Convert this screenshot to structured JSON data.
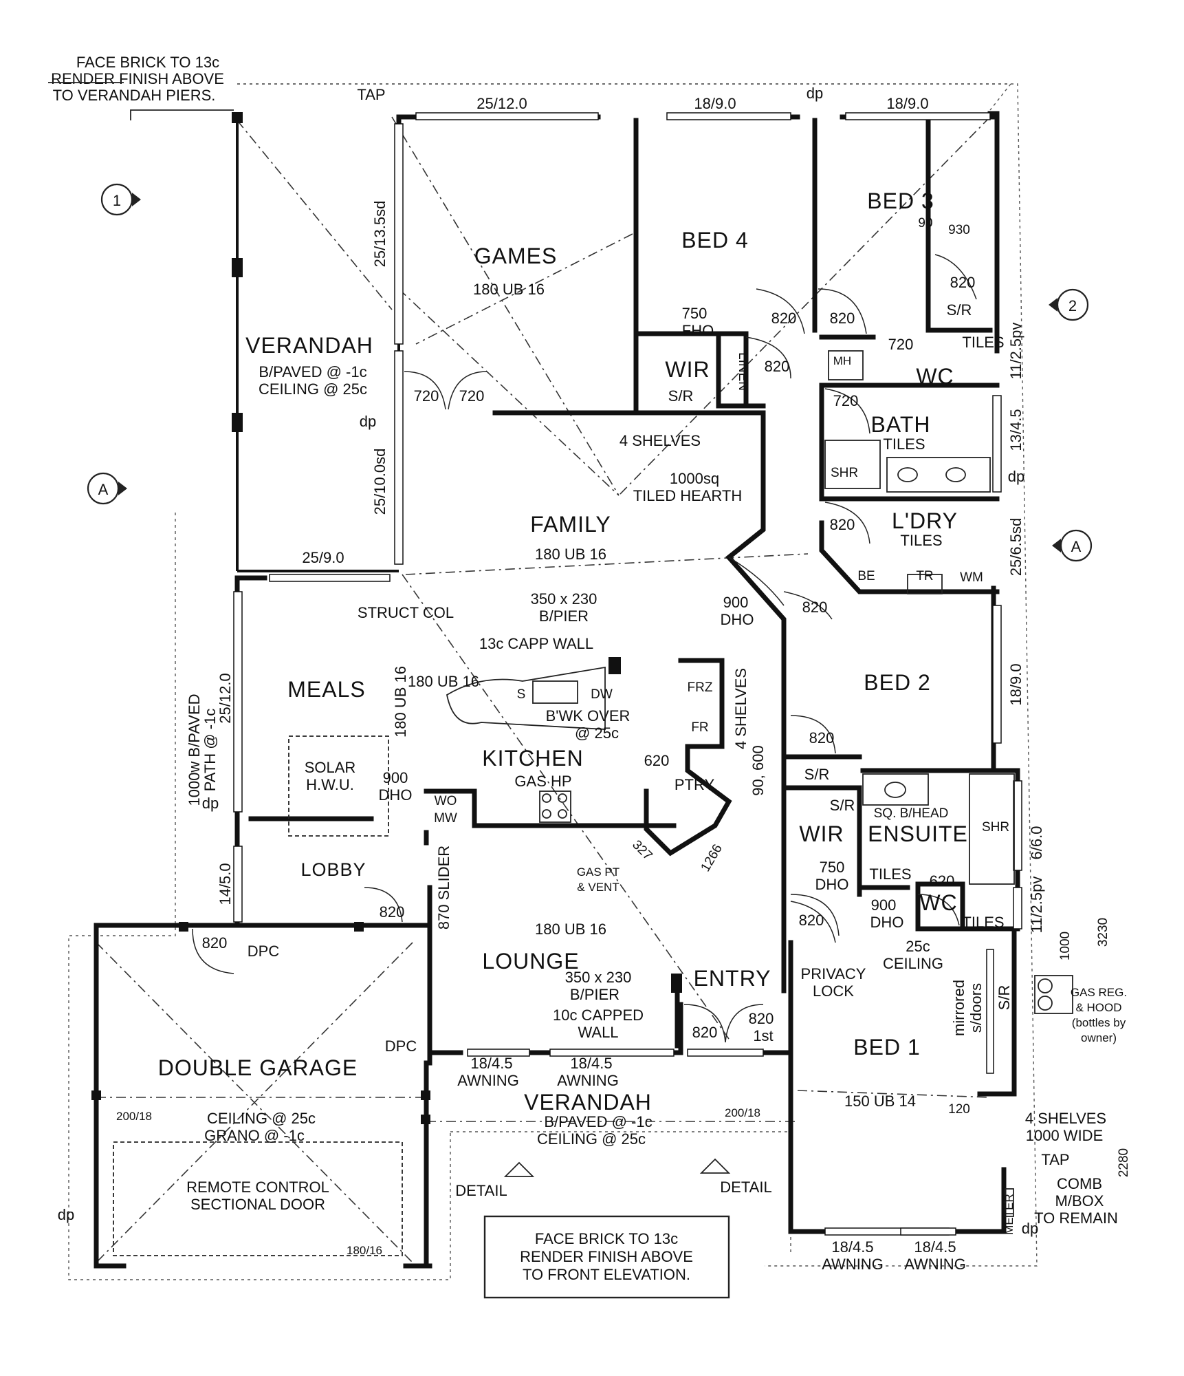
{
  "rooms": {
    "games": "GAMES",
    "bed4": "BED 4",
    "bed3": "BED 3",
    "verandah_side": "VERANDAH",
    "wir1": "WIR",
    "wc1": "WC",
    "bath": "BATH",
    "family": "FAMILY",
    "laundry": "L'DRY",
    "meals": "MEALS",
    "kitchen": "KITCHEN",
    "bed2": "BED 2",
    "wir2": "WIR",
    "ensuite": "ENSUITE",
    "lobby": "LOBBY",
    "lounge": "LOUNGE",
    "entry": "ENTRY",
    "wc2": "WC",
    "double_garage": "DOUBLE GARAGE",
    "bed1": "BED 1",
    "verandah_front": "VERANDAH"
  },
  "notes": {
    "face_brick_top": [
      "FACE BRICK TO 13c",
      "RENDER FINISH ABOVE",
      "TO VERANDAH PIERS."
    ],
    "face_brick_front": [
      "FACE BRICK TO 13c",
      "RENDER FINISH ABOVE",
      "TO FRONT ELEVATION."
    ],
    "verandah_side": [
      "B/PAVED @ -1c",
      "CEILING @ 25c"
    ],
    "verandah_front": [
      "B/PAVED @ -1c",
      "CEILING @ 25c"
    ],
    "garage": [
      "CEILING @ 25c",
      "GRANO @ -1c"
    ],
    "garage_door": [
      "REMOTE CONTROL",
      "SECTIONAL DOOR"
    ],
    "solar": [
      "SOLAR",
      "H.W.U."
    ],
    "gas_reg": [
      "GAS REG.",
      "& HOOD",
      "(bottles by",
      "owner)"
    ],
    "comb_box": [
      "COMB",
      "M/BOX",
      "TO REMAIN"
    ],
    "shelves_br1": [
      "4 SHELVES",
      "1000 WIDE"
    ],
    "path": [
      "1000w B/PAVED",
      "PATH @ -1c"
    ],
    "hearth": [
      "1000sq",
      "TILED HEARTH"
    ],
    "pier_kitchen": [
      "350 x 230",
      "B/PIER"
    ],
    "pier_entry": [
      "350 x 230",
      "B/PIER"
    ],
    "capped_wall_entry": [
      "10c CAPPED",
      "WALL"
    ],
    "bwk_over": [
      "B'WK OVER",
      "@ 25c"
    ],
    "privacy": [
      "PRIVACY",
      "LOCK"
    ],
    "ceiling_bed1": [
      "25c",
      "CEILING"
    ],
    "gas_pt": [
      "GAS PT",
      "& VENT"
    ],
    "mirrored": [
      "mirrored",
      "s/doors"
    ],
    "dho_900": [
      "900",
      "DHO"
    ],
    "fho_750": [
      "750",
      "FHO"
    ],
    "dho_750": [
      "750",
      "DHO"
    ]
  },
  "labels": {
    "tap": "TAP",
    "dp": "dp",
    "dpc": "DPC",
    "w_25_12": "25/12.0",
    "w_18_9": "18/9.0",
    "w_25_13_5": "25/13.5sd",
    "w_25_10": "25/10.0sd",
    "w_25_9": "25/9.0",
    "w_11_2_5": "11/2.5pv",
    "w_13_4_5": "13/4.5",
    "w_25_6_5": "25/6.5sd",
    "w_6_6": "6/6.0",
    "w_14_5": "14/5.0",
    "w_18_4_5": "18/4.5",
    "awning": "AWNING",
    "beam_180": "180 UB 16",
    "beam_150": "150 UB 14",
    "beam_200": "200/18",
    "beam_180_16": "180/16",
    "struct_col": "STRUCT COL",
    "capp_wall": "13c CAPP WALL",
    "shelves4": "4 SHELVES",
    "linen": "LINEN",
    "tiles": "TILES",
    "sr": "S/R",
    "shr": "SHR",
    "mh": "MH",
    "be": "BE",
    "tr": "TR",
    "wm": "WM",
    "frz": "FRZ",
    "fr": "FR",
    "dw": "DW",
    "s": "S",
    "ptry": "PTRY",
    "gas_hp": "GAS HP",
    "wo": "WO",
    "mw": "MW",
    "slider": "870 SLIDER",
    "sq_bhead": "SQ. B/HEAD",
    "d_820": "820",
    "d_720": "720",
    "d_620": "620",
    "d_90": "90",
    "d_930": "930",
    "d_900": "900",
    "d_600": "90, 600",
    "d_1266": "1266",
    "d_327": "327",
    "d_1000": "1000",
    "d_3230": "3230",
    "d_2280": "2280",
    "d_120": "120",
    "first": "1st",
    "detail": "DETAIL",
    "meter": "METER",
    "marker_1": "1",
    "marker_2": "2",
    "marker_a": "A"
  }
}
